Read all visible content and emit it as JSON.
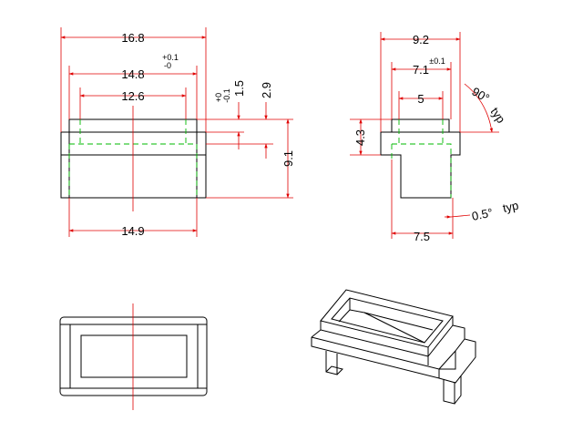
{
  "colors": {
    "outline": "#000000",
    "dimension": "#e00000",
    "hidden": "#00b800",
    "background": "#ffffff"
  },
  "front_view": {
    "overall_width": "16.8",
    "opening_width": "14.8",
    "opening_tol_upper": "+0.1",
    "opening_tol_lower": "-0",
    "inner_width": "12.6",
    "bottom_width": "14.9",
    "step_height": "1.5",
    "step_tol_upper": "+0",
    "step_tol_lower": "-0.1",
    "top_height": "2.9",
    "overall_height": "9.1"
  },
  "side_view": {
    "overall_width": "9.2",
    "opening_width": "7.1",
    "opening_tol": "±0.1",
    "inner_width": "5",
    "step_height": "4.3",
    "bottom_width": "7.5",
    "corner_angle": "90°",
    "corner_note": "typ",
    "draft_angle": "0.5°",
    "draft_note": "typ"
  }
}
